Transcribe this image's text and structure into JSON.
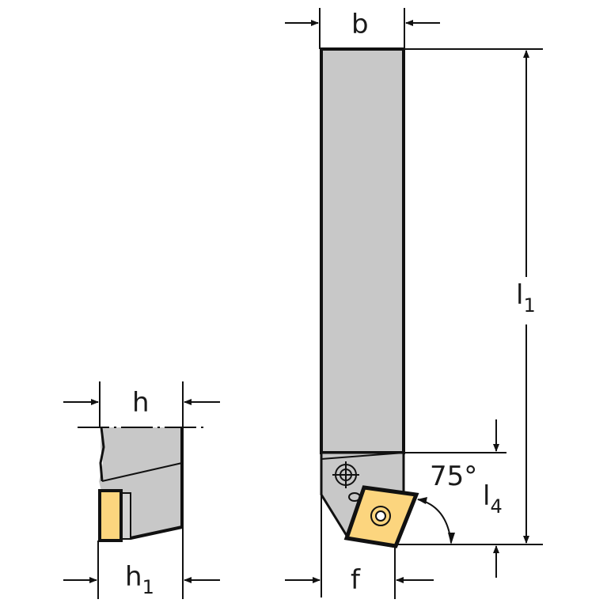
{
  "diagram": {
    "type": "technical-drawing",
    "subject": "turning tool holder with 75° square insert",
    "colors": {
      "body": "#c8c8c8",
      "insert": "#fcd57e",
      "line": "#111111",
      "background": "#ffffff"
    },
    "dimensions": {
      "b": {
        "label": "b"
      },
      "h": {
        "label": "h"
      },
      "h1": {
        "base": "h",
        "sub": "1"
      },
      "l1": {
        "base": "l",
        "sub": "1"
      },
      "l4": {
        "base": "l",
        "sub": "4"
      },
      "f": {
        "label": "f"
      },
      "angle": {
        "label": "75°"
      }
    }
  }
}
